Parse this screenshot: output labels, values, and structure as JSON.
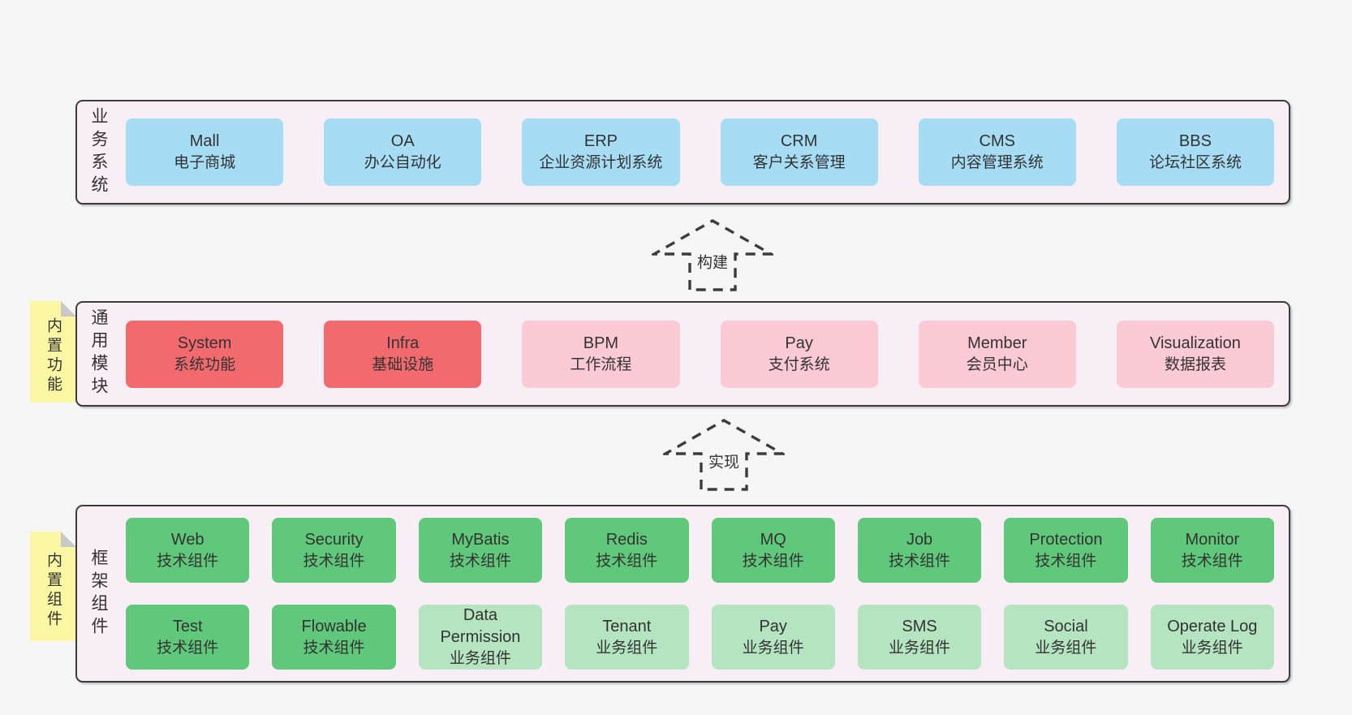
{
  "colors": {
    "page_bg": "#f7f6f7",
    "band_fill": "#f8eef6",
    "band_border": "#3c3c3c",
    "text": "#333333",
    "blue": "#a6dcf4",
    "red": "#f36a6e",
    "pink": "#fbcad4",
    "green": "#60c87a",
    "light_green": "#b5e5c0",
    "note_yellow": "#fbf7a2",
    "note_fold": "#c9c9c9"
  },
  "bands": [
    {
      "label": "业务系统",
      "rows": [
        [
          {
            "name": "Mall",
            "desc": "电子商城",
            "variant": "blue"
          },
          {
            "name": "OA",
            "desc": "办公自动化",
            "variant": "blue"
          },
          {
            "name": "ERP",
            "desc": "企业资源计划系统",
            "variant": "blue"
          },
          {
            "name": "CRM",
            "desc": "客户关系管理",
            "variant": "blue"
          },
          {
            "name": "CMS",
            "desc": "内容管理系统",
            "variant": "blue"
          },
          {
            "name": "BBS",
            "desc": "论坛社区系统",
            "variant": "blue"
          }
        ]
      ]
    },
    {
      "label": "通用模块",
      "note": "内置功能",
      "rows": [
        [
          {
            "name": "System",
            "desc": "系统功能",
            "variant": "red"
          },
          {
            "name": "Infra",
            "desc": "基础设施",
            "variant": "red"
          },
          {
            "name": "BPM",
            "desc": "工作流程",
            "variant": "pink"
          },
          {
            "name": "Pay",
            "desc": "支付系统",
            "variant": "pink"
          },
          {
            "name": "Member",
            "desc": "会员中心",
            "variant": "pink"
          },
          {
            "name": "Visualization",
            "desc": "数据报表",
            "variant": "pink"
          }
        ]
      ]
    },
    {
      "label": "框架组件",
      "note": "内置组件",
      "rows": [
        [
          {
            "name": "Web",
            "desc": "技术组件",
            "variant": "green"
          },
          {
            "name": "Security",
            "desc": "技术组件",
            "variant": "green"
          },
          {
            "name": "MyBatis",
            "desc": "技术组件",
            "variant": "green"
          },
          {
            "name": "Redis",
            "desc": "技术组件",
            "variant": "green"
          },
          {
            "name": "MQ",
            "desc": "技术组件",
            "variant": "green"
          },
          {
            "name": "Job",
            "desc": "技术组件",
            "variant": "green"
          },
          {
            "name": "Protection",
            "desc": "技术组件",
            "variant": "green"
          },
          {
            "name": "Monitor",
            "desc": "技术组件",
            "variant": "green"
          }
        ],
        [
          {
            "name": "Test",
            "desc": "技术组件",
            "variant": "green"
          },
          {
            "name": "Flowable",
            "desc": "技术组件",
            "variant": "green"
          },
          {
            "name": "Data Permission",
            "desc": "业务组件",
            "variant": "light_green"
          },
          {
            "name": "Tenant",
            "desc": "业务组件",
            "variant": "light_green"
          },
          {
            "name": "Pay",
            "desc": "业务组件",
            "variant": "light_green"
          },
          {
            "name": "SMS",
            "desc": "业务组件",
            "variant": "light_green"
          },
          {
            "name": "Social",
            "desc": "业务组件",
            "variant": "light_green"
          },
          {
            "name": "Operate Log",
            "desc": "业务组件",
            "variant": "light_green"
          }
        ]
      ]
    }
  ],
  "arrows": [
    {
      "label": "构建"
    },
    {
      "label": "实现"
    }
  ]
}
